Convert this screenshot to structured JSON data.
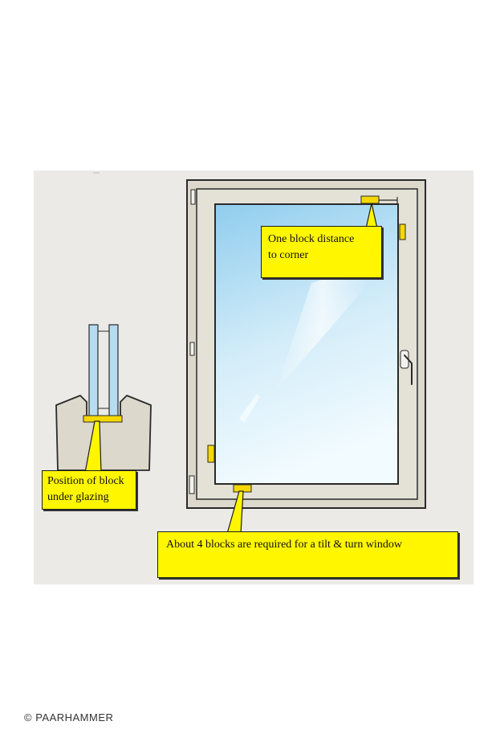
{
  "labels": {
    "corner": [
      "One block distance",
      "to corner"
    ],
    "glazing": [
      "Position of block",
      "under glazing"
    ],
    "blocks": "About 4 blocks are required for a tilt & turn window"
  },
  "copyright": "© PAARHAMMER",
  "colors": {
    "label_fill": "#fff600",
    "block": "#f5d800",
    "frame": "#dcd8cc",
    "frame_shadow": "#ebeae6",
    "glass_top": "#90cdee",
    "glass_bottom": "#f2fbff",
    "section_glass": "#b5dcf0",
    "outline": "#2a2a2a"
  }
}
